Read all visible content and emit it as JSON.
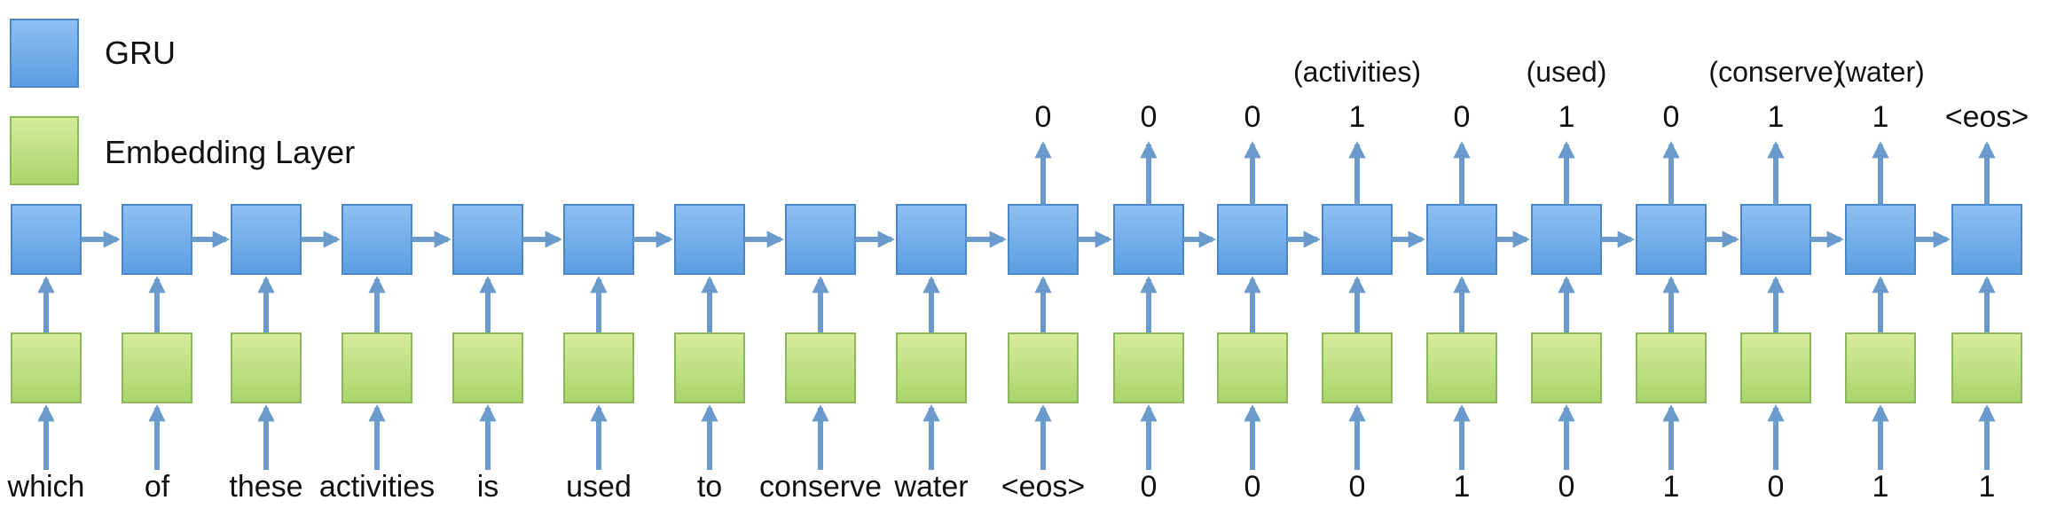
{
  "legend": {
    "gru_label": "GRU",
    "embedding_label": "Embedding Layer"
  },
  "colors": {
    "gru_fill": "#5b9de1",
    "gru_fill_light": "#8fc0f2",
    "gru_stroke": "#4a86c8",
    "embed_fill": "#a9d46a",
    "embed_fill_light": "#d6ec9c",
    "embed_stroke": "#8db85a",
    "arrow": "#6a9bcc"
  },
  "encoder_inputs": [
    "which",
    "of",
    "these",
    "activities",
    "is",
    "used",
    "to",
    "conserve",
    "water"
  ],
  "decoder_inputs": [
    "<eos>",
    "0",
    "0",
    "0",
    "1",
    "0",
    "1",
    "0",
    "1",
    "1"
  ],
  "decoder_outputs": [
    "0",
    "0",
    "0",
    "1",
    "0",
    "1",
    "0",
    "1",
    "1",
    "<eos>"
  ],
  "output_annotations": [
    "",
    "",
    "",
    "(activities)",
    "",
    "(used)",
    "",
    "(conserve)",
    "(water)",
    ""
  ]
}
